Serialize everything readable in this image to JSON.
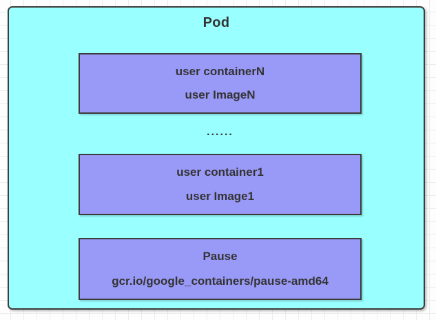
{
  "diagram": {
    "pod": {
      "title": "Pod",
      "ellipsis": "......",
      "containers": [
        {
          "name": "user containerN",
          "image": "user ImageN"
        },
        {
          "name": "user container1",
          "image": "user Image1"
        },
        {
          "name": "Pause",
          "image": "gcr.io/google_containers/pause-amd64"
        }
      ]
    },
    "colors": {
      "pod_fill": "#99ffff",
      "container_fill": "#9999f7",
      "border": "#3c3c3c",
      "text": "#333333",
      "canvas_bg": "#fdfdfd",
      "grid_line": "#ececec"
    }
  }
}
